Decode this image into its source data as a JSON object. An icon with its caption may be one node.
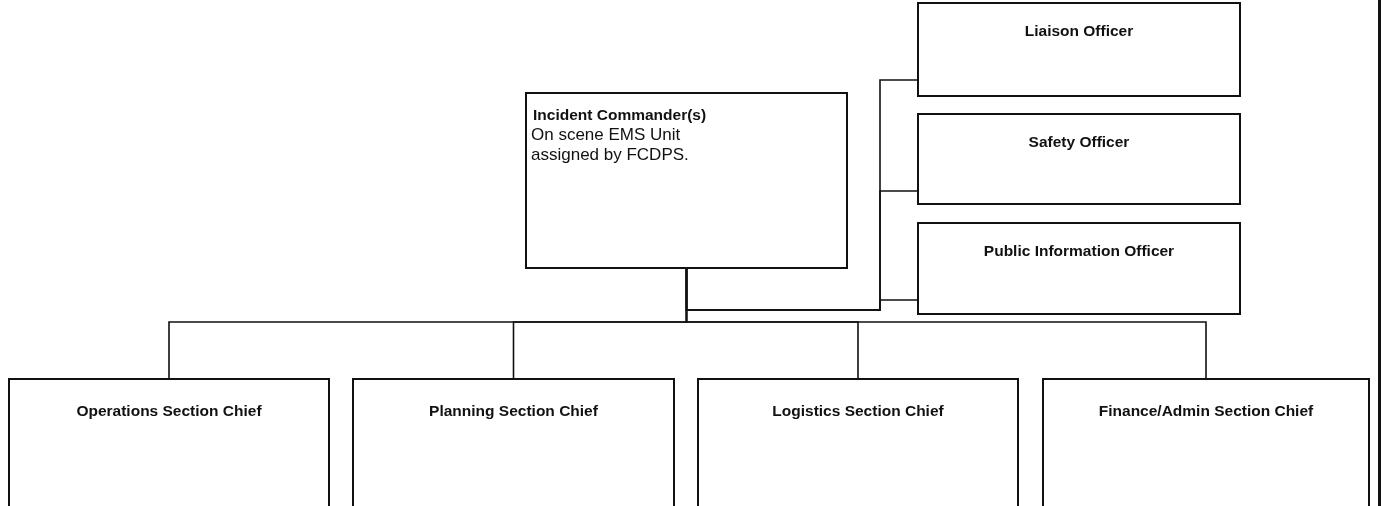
{
  "diagram": {
    "nodes": [
      {
        "text": [
          "Incident Commander(s)",
          "On scene EMS Unit assigned by FCDPS."
        ]
      },
      {
        "text": [
          "Liaison Officer"
        ]
      },
      {
        "text": [
          "Safety Officer"
        ]
      },
      {
        "text": [
          "Public Information Officer"
        ]
      },
      {
        "text": [
          "Operations Section Chief"
        ]
      },
      {
        "text": [
          "Planning Section Chief"
        ]
      },
      {
        "text": [
          "Logistics Section Chief"
        ]
      },
      {
        "text": [
          "Finance/Admin Section Chief"
        ]
      }
    ],
    "edges": [
      {
        "from": 0,
        "to": 1,
        "arrow": "none"
      },
      {
        "from": 0,
        "to": 2,
        "arrow": "none"
      },
      {
        "from": 0,
        "to": 3,
        "arrow": "none"
      },
      {
        "from": 0,
        "to": 4,
        "arrow": "none"
      },
      {
        "from": 0,
        "to": 5,
        "arrow": "none"
      },
      {
        "from": 0,
        "to": 6,
        "arrow": "none"
      },
      {
        "from": 0,
        "to": 7,
        "arrow": "none"
      }
    ]
  }
}
